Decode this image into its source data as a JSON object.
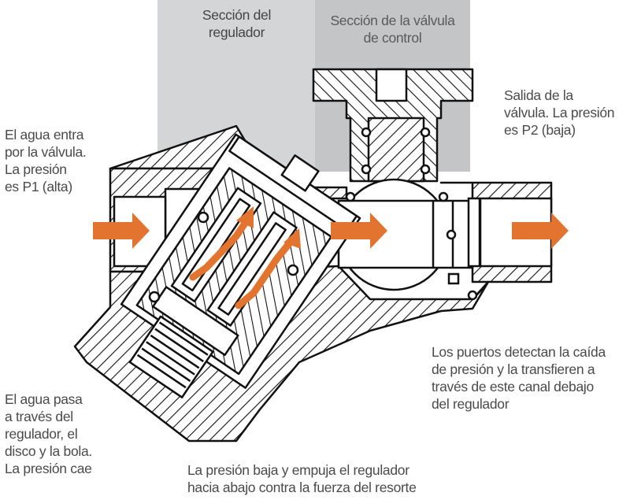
{
  "sections": {
    "regulator": [
      "Sección del",
      "regulador"
    ],
    "control_valve": [
      "Sección de la válvula",
      "de control"
    ]
  },
  "labels": {
    "inlet": [
      "El agua entra",
      "por la válvula.",
      "La presión",
      "es P1 (alta)"
    ],
    "outlet": [
      "Salida de la",
      "válvula. La presión",
      "es P2 (baja)"
    ],
    "ports": [
      "Los puertos detectan la caída",
      "de presión y la transfieren a",
      "través de este canal debajo",
      "del regulador"
    ],
    "passage": [
      "El agua pasa",
      "a través del",
      "regulador, el",
      "disco y la bola.",
      "La presión cae"
    ],
    "spring": [
      "La presión baja y empuja el regulador",
      "hacia abajo contra la fuerza del resorte"
    ]
  },
  "colors": {
    "arrow": "#e2742f",
    "regulator_band": "#d3d5d6",
    "control_band": "#c3c5c6",
    "line": "#111111"
  },
  "icons": [
    "flow-arrow-icon"
  ]
}
